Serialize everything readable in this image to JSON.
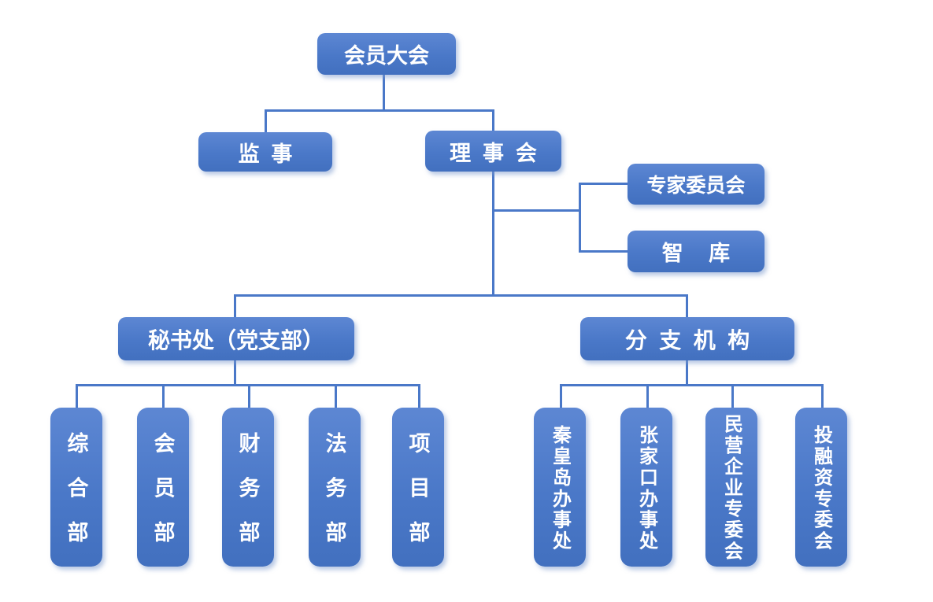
{
  "colors": {
    "node_fill": "#4a78c8",
    "node_text": "#ffffff",
    "connector": "#4a78c8",
    "background": "#ffffff"
  },
  "org": {
    "root": "会员大会",
    "supervisor": "监事",
    "council": "理事会",
    "expert_committee": "专家委员会",
    "think_tank": "智库",
    "secretariat": "秘书处（党支部）",
    "branch_group": "分支机构",
    "secretariat_departments": [
      "综合部",
      "会员部",
      "财务部",
      "法务部",
      "项目部"
    ],
    "branch_units": [
      "秦皇岛办事处",
      "张家口办事处",
      "民营企业专委会",
      "投融资专委会"
    ]
  }
}
